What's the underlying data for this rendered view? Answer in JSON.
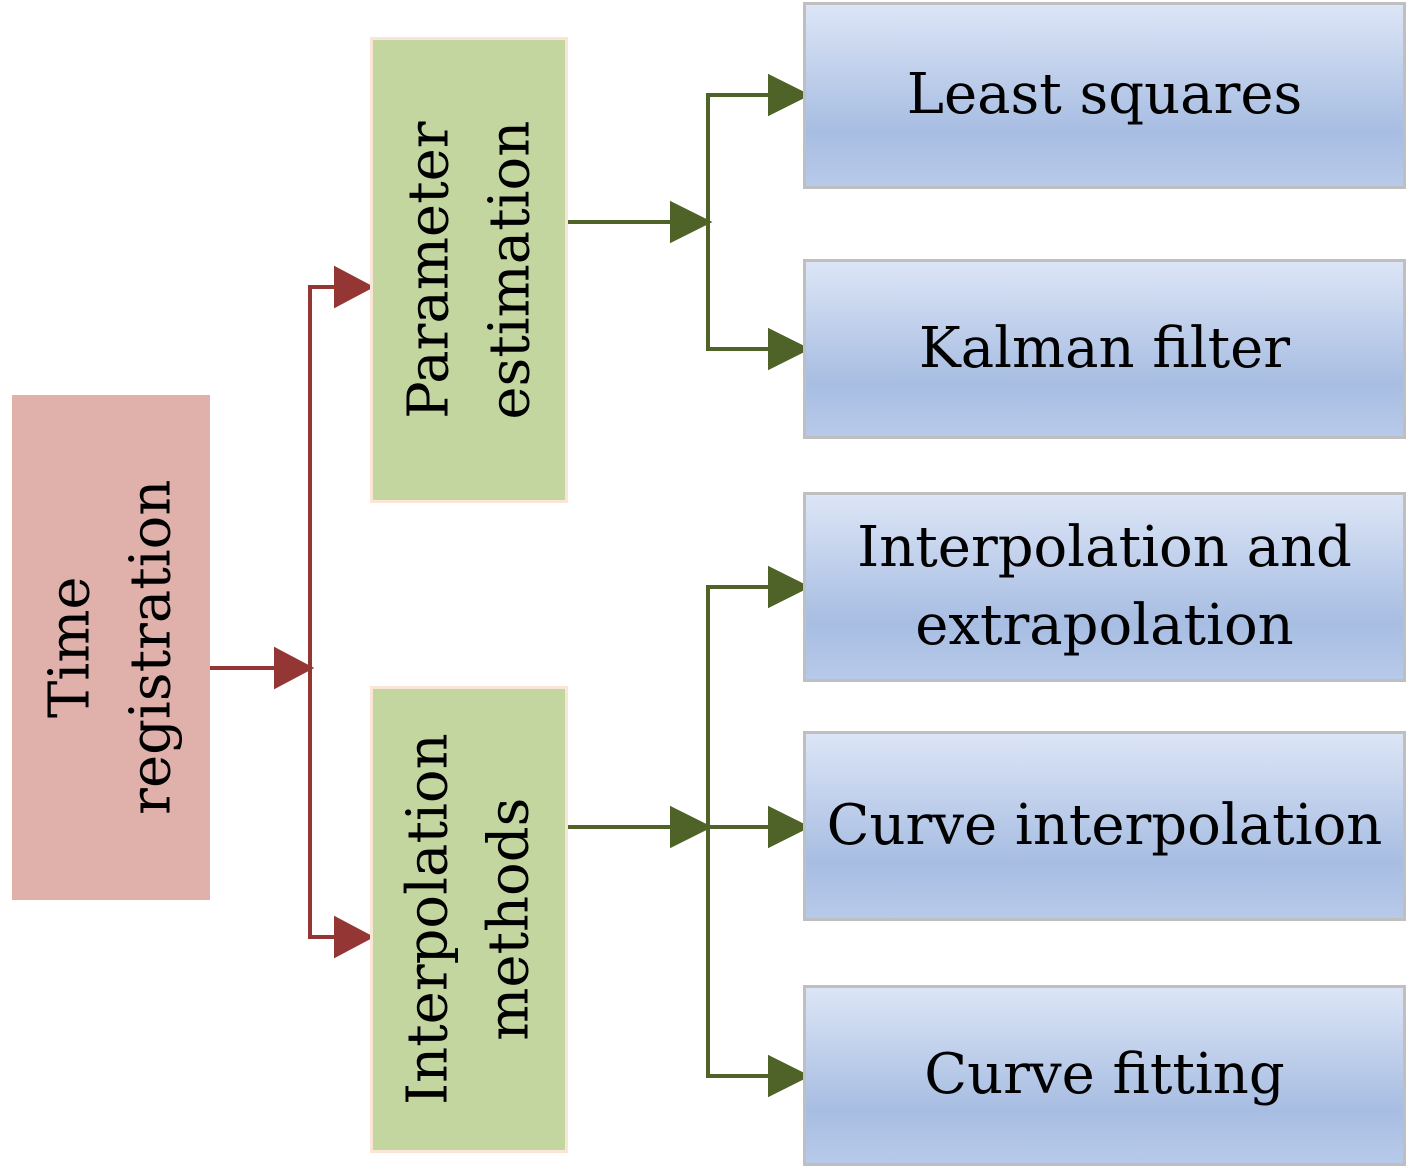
{
  "root": {
    "line1": "Time",
    "line2": "registration"
  },
  "branches": [
    {
      "line1": "Parameter",
      "line2": "estimation",
      "leaves": [
        "Least squares",
        "Kalman filter"
      ]
    },
    {
      "line1": "Interpolation",
      "line2": "methods",
      "leaves": [
        "Interpolation and extrapolation",
        "Curve interpolation",
        "Curve fitting"
      ]
    }
  ],
  "colors": {
    "root_fill": "#e0b0ab",
    "branch_fill": "#c4d6a0",
    "leaf_fill": "#a7bde2",
    "root_arrow": "#943634",
    "branch_arrow": "#4f6228"
  }
}
